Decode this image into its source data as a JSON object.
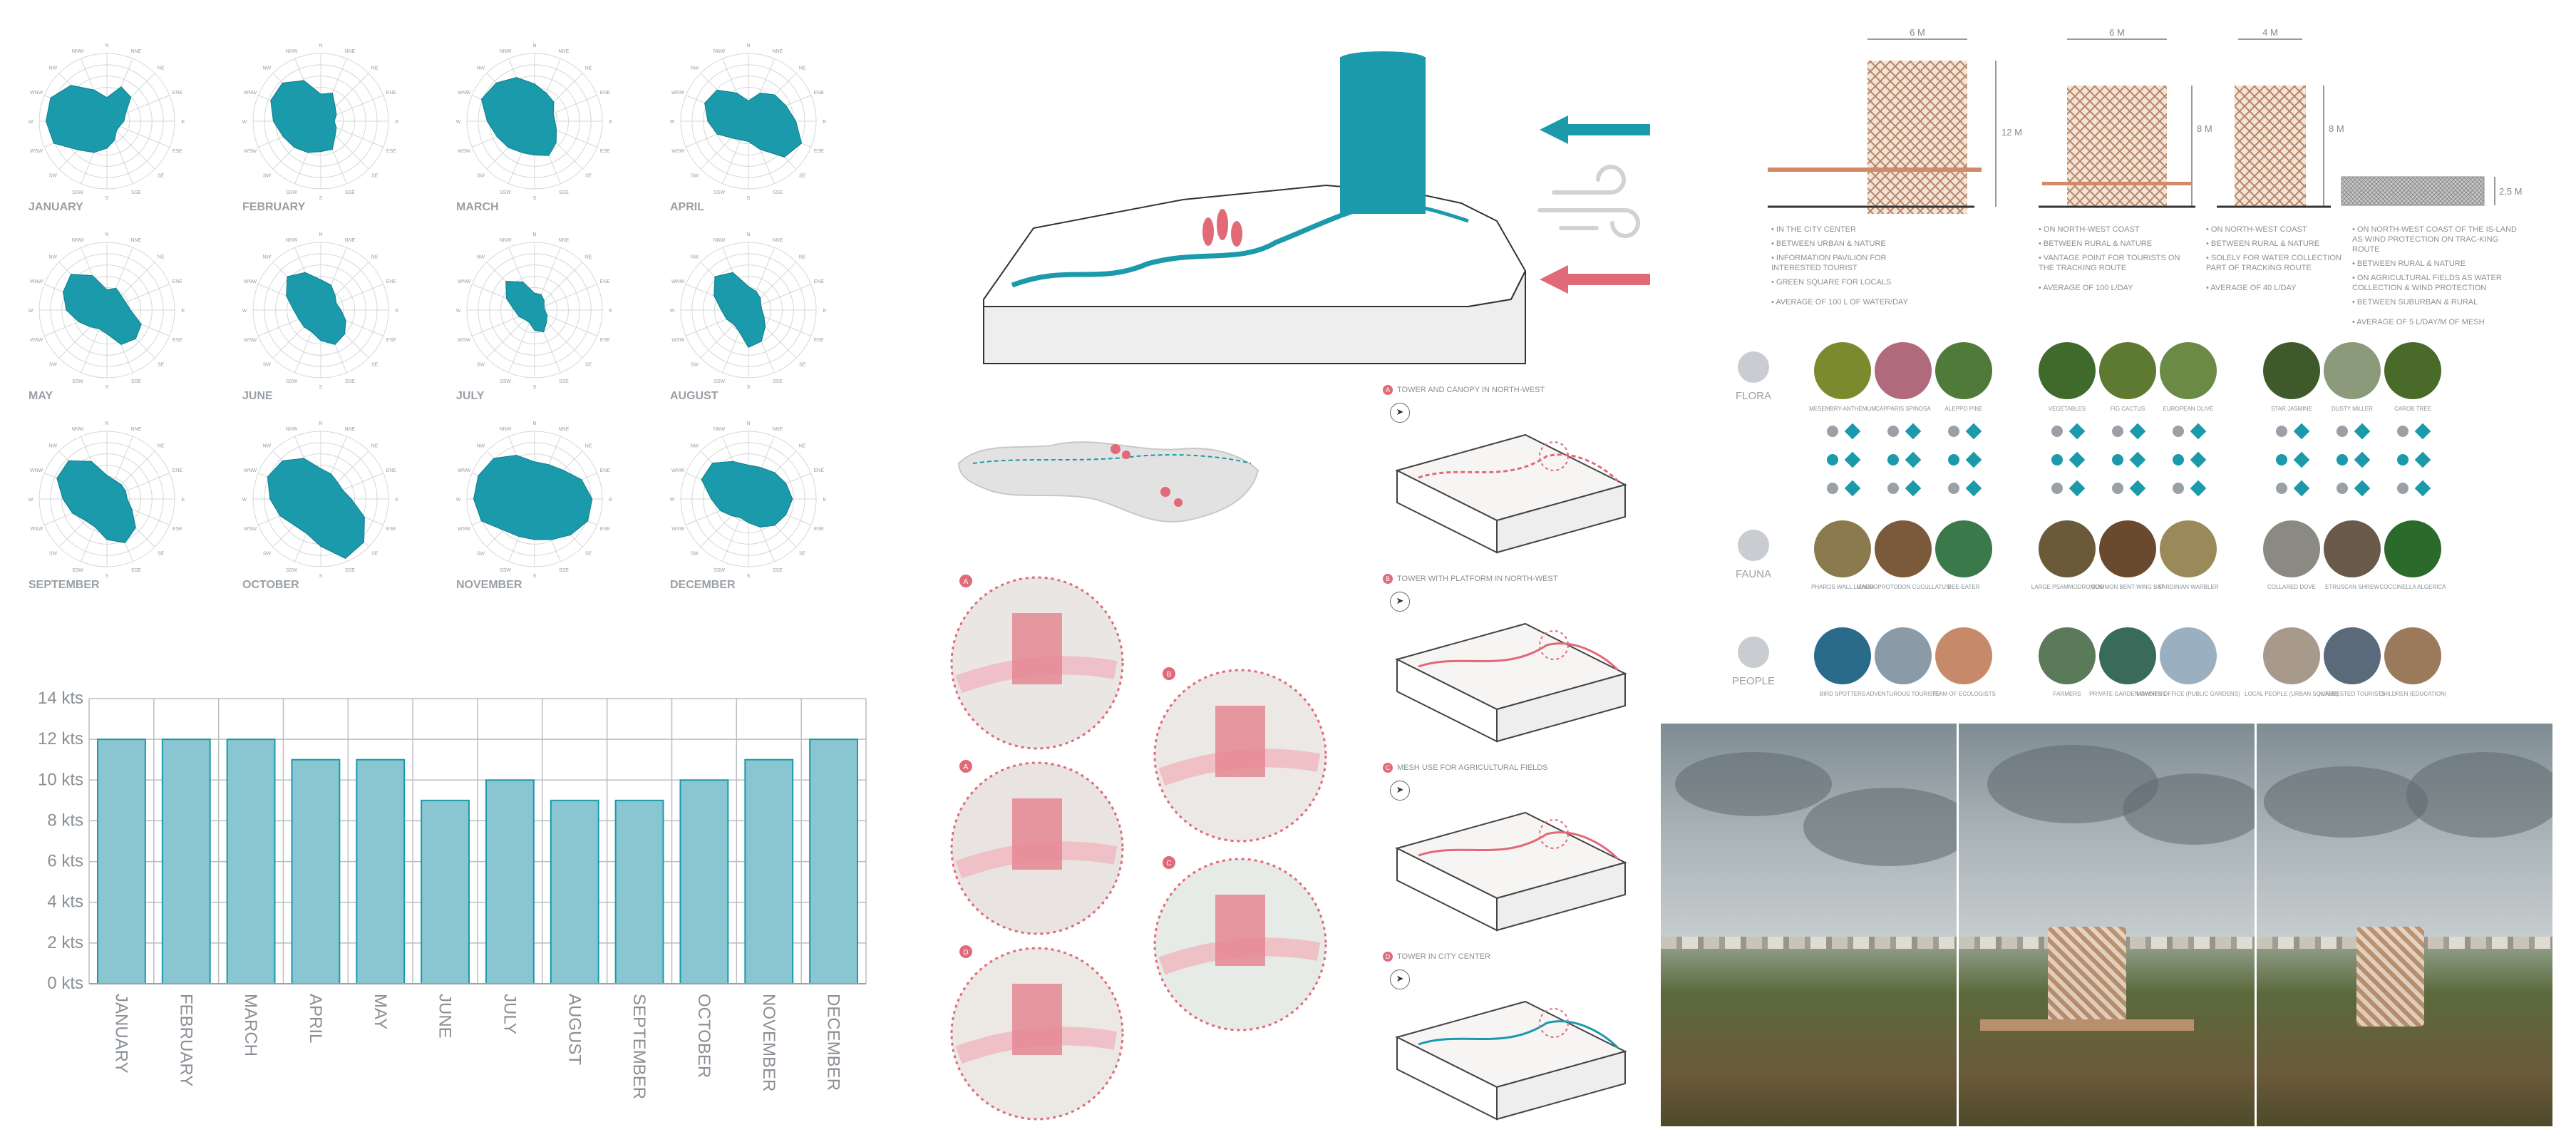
{
  "wind_roses": {
    "months": [
      "JANUARY",
      "FEBRUARY",
      "MARCH",
      "APRIL",
      "MAY",
      "JUNE",
      "JULY",
      "AUGUST",
      "SEPTEMBER",
      "OCTOBER",
      "NOVEMBER",
      "DECEMBER"
    ],
    "color": "#1a9aaa",
    "directions": [
      "N",
      "NNE",
      "NE",
      "ENE",
      "E",
      "ESE",
      "SE",
      "SSE",
      "S",
      "SSW",
      "SW",
      "WSW",
      "W",
      "WNW",
      "NW",
      "NNW"
    ]
  },
  "chart_data": {
    "type": "bar",
    "categories": [
      "JANUARY",
      "FEBRUARY",
      "MARCH",
      "APRIL",
      "MAY",
      "JUNE",
      "JULY",
      "AUGUST",
      "SEPTEMBER",
      "OCTOBER",
      "NOVEMBER",
      "DECEMBER"
    ],
    "values": [
      12,
      12,
      12,
      11,
      11,
      9,
      10,
      9,
      9,
      10,
      11,
      12
    ],
    "yticks": [
      "0 kts",
      "2 kts",
      "4 kts",
      "6 kts",
      "8 kts",
      "10 kts",
      "12 kts",
      "14 kts"
    ],
    "ylim": [
      0,
      14
    ],
    "grid": true,
    "bar_color": "#8ac6d1",
    "bar_edge": "#1a9aaa"
  },
  "diagrams": {
    "views": [
      {
        "code": "A",
        "label": "TOWER AND CANOPY IN NORTH-WEST"
      },
      {
        "code": "B",
        "label": "TOWER WITH PLATFORM IN NORTH-WEST"
      },
      {
        "code": "C",
        "label": "MESH USE FOR AGRICULTURAL FIELDS"
      },
      {
        "code": "D",
        "label": "TOWER IN CITY CENTER"
      }
    ],
    "circle_markers": [
      "A",
      "B",
      "A",
      "C",
      "D",
      "C"
    ],
    "accent_teal": "#1a9aaa",
    "accent_red": "#e06a78"
  },
  "towers": {
    "widths": [
      "6 M",
      "6 M",
      "4 M"
    ],
    "heights": [
      "12 M",
      "8 M",
      "8 M"
    ],
    "mesh_height": "2,5 M",
    "columns": [
      [
        "IN THE CITY CENTER",
        "BETWEEN URBAN & NATURE",
        "INFORMATION PAVILION FOR INTERESTED TOURIST",
        "GREEN SQUARE FOR LOCALS",
        "AVERAGE OF 100 L OF WATER/DAY"
      ],
      [
        "ON NORTH-WEST COAST",
        "BETWEEN RURAL & NATURE",
        "VANTAGE POINT FOR TOURISTS ON THE TRACKING ROUTE",
        "AVERAGE OF 100 L/DAY"
      ],
      [
        "ON NORTH-WEST COAST",
        "BETWEEN RURAL & NATURE",
        "SOLELY FOR WATER COLLECTION PART OF TRACKING ROUTE",
        "AVERAGE OF 40 L/DAY"
      ],
      [
        "ON NORTH-WEST COAST OF THE IS-LAND AS WIND PROTECTION ON TRAC-KING ROUTE",
        "BETWEEN RURAL & NATURE",
        "ON AGRICULTURAL FIELDS AS WATER COLLECTION & WIND PROTECTION",
        "BETWEEN SUBURBAN & RURAL",
        "AVERAGE OF 5 L/DAY/M OF MESH"
      ]
    ]
  },
  "matrix": {
    "rows": [
      {
        "label": "FLORA",
        "items": [
          "MESEMBRY-ANTHEMUM",
          "CAPPARIS SPINOSA",
          "ALEPPO PINE",
          "VEGETABLES",
          "FIG CACTUS",
          "EUROPEAN OLIVE",
          "STAR JASMINE",
          "DUSTY MILLER",
          "CAROB TREE"
        ]
      },
      {
        "label": "FAUNA",
        "items": [
          "PHAROS WALL LIZARD",
          "MACROPROTODON CUCULLATUS",
          "BEE-EATER",
          "LARGE PSAMMODROMUS",
          "COMMON BENT-WING BAT",
          "SARDINIAN WARBLER",
          "COLLARED DOVE",
          "ETRUSCAN SHREW",
          "COCCINELLA ALGERICA"
        ]
      },
      {
        "label": "PEOPLE",
        "items": [
          "BIRD SPOTTERS",
          "ADVENTUROUS TOURISTS",
          "TEAM OF ECOLOGISTS",
          "FARMERS",
          "PRIVATE GARDEN OWNERS",
          "MAYOR'S OFFICE (PUBLIC GARDENS)",
          "LOCAL PEOPLE (URBAN SQUARE)",
          "INTERESTED TOURISTS",
          "CHILDREN (EDUCATION)"
        ]
      }
    ],
    "circle_colors": [
      [
        "#7c8a2e",
        "#b06a7c",
        "#4f7a3a",
        "#3f6a2c",
        "#5e7a32",
        "#6a8a46",
        "#3f5a2a",
        "#8a9a7a",
        "#4a6a2a"
      ],
      [
        "#8a7a4e",
        "#7a5a3a",
        "#3a7a4a",
        "#6a5a3a",
        "#6a4a2e",
        "#9a8a5a",
        "#8a8a82",
        "#6a5a4a",
        "#2a6a2a"
      ],
      [
        "#2a6a8a",
        "#8a9aa6",
        "#c68a6a",
        "#5a7a5a",
        "#3a6a5a",
        "#9ab0c0",
        "#a89a8a",
        "#5a6a7a",
        "#9a7a5a"
      ]
    ]
  },
  "palette": {
    "teal": "#1a9aaa",
    "red": "#e06a78",
    "grey": "#9aa0a6"
  }
}
